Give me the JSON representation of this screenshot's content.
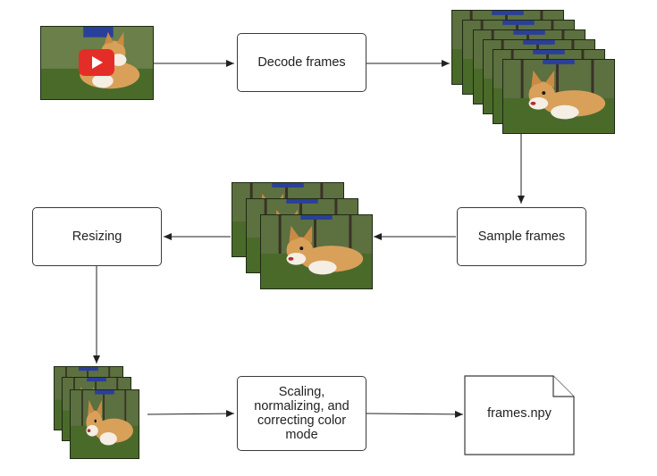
{
  "nodes": {
    "decode": "Decode frames",
    "sample": "Sample frames",
    "resize": "Resizing",
    "scale": "Scaling,\nnormalizing, and\ncorrecting color\nmode",
    "output_file": "frames.npy"
  },
  "icons": {
    "play_button": "youtube-play-icon",
    "file": "document-icon"
  },
  "colors": {
    "stroke": "#3a3a3a",
    "grass": "#4a6a2a",
    "fur": "#d9a05a",
    "play_red": "#e52d27"
  }
}
